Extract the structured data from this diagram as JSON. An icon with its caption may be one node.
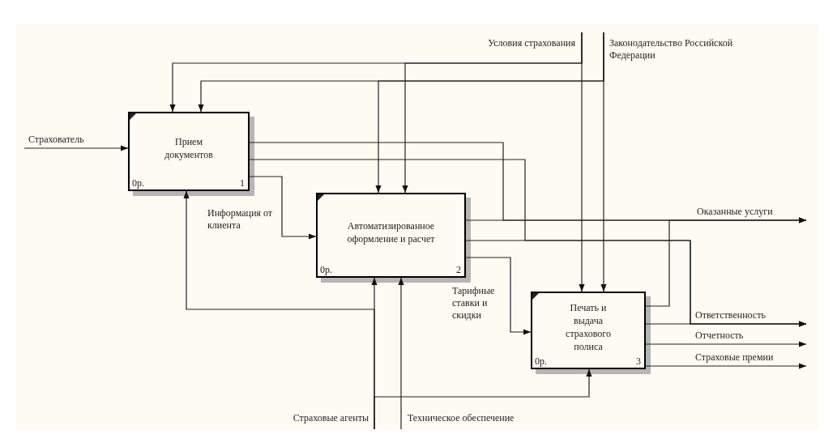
{
  "diagram": {
    "nodes": [
      {
        "text": [
          "Прием документов",
          "0р.",
          "1"
        ]
      },
      {
        "text": [
          "Автоматизированное оформление и расчет",
          "0р.",
          "2"
        ]
      },
      {
        "text": [
          "Печать и выдача страхового полиса",
          "0р.",
          "3"
        ]
      }
    ],
    "edges": [
      {
        "from": null,
        "to": 0,
        "arrow": "to",
        "label": "Страхователь"
      },
      {
        "from": null,
        "to": 2,
        "arrow": "to",
        "label": "Условия страхования"
      },
      {
        "from": null,
        "to": 0,
        "arrow": "to"
      },
      {
        "from": null,
        "to": 1,
        "arrow": "to"
      },
      {
        "from": null,
        "to": 2,
        "arrow": "to",
        "label": "Законодательство Российской Федерации"
      },
      {
        "from": null,
        "to": 0,
        "arrow": "to"
      },
      {
        "from": null,
        "to": 1,
        "arrow": "to"
      },
      {
        "from": 0,
        "to": 1,
        "arrow": "to",
        "label": "Информация от клиента"
      },
      {
        "from": 0,
        "to": null,
        "arrow": "to"
      },
      {
        "from": 1,
        "to": null,
        "arrow": "to",
        "label": "Оказанные услуги"
      },
      {
        "from": 2,
        "to": null,
        "arrow": "to"
      },
      {
        "from": 0,
        "to": null,
        "arrow": "to"
      },
      {
        "from": 1,
        "to": null,
        "arrow": "to"
      },
      {
        "from": 2,
        "to": null,
        "arrow": "to",
        "label": "Ответственность"
      },
      {
        "from": 2,
        "to": null,
        "arrow": "to",
        "label": "Отчетность"
      },
      {
        "from": 2,
        "to": null,
        "arrow": "to",
        "label": "Страховые премии"
      },
      {
        "from": 1,
        "to": 2,
        "arrow": "to",
        "label": "Тарифные ставки и скидки"
      },
      {
        "from": null,
        "to": 1,
        "arrow": "to",
        "label": "Страховые агенты"
      },
      {
        "from": null,
        "to": 0,
        "arrow": "to"
      },
      {
        "from": null,
        "to": 2,
        "arrow": "to"
      },
      {
        "from": null,
        "to": 1,
        "arrow": "to",
        "label": "Техническое обеспечение"
      }
    ]
  }
}
